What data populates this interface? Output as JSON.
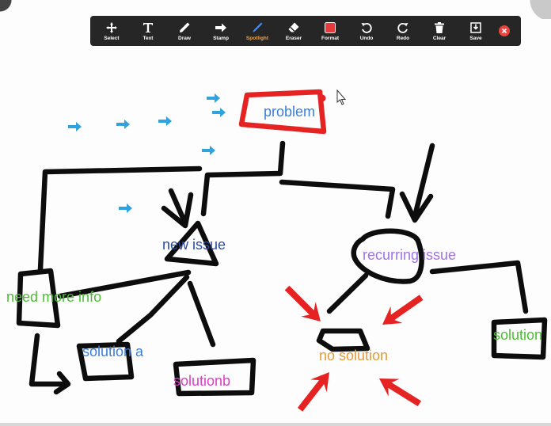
{
  "toolbar": {
    "tools": [
      {
        "id": "select",
        "label": "Select",
        "icon": "move-icon"
      },
      {
        "id": "text",
        "label": "Text",
        "icon": "text-icon"
      },
      {
        "id": "draw",
        "label": "Draw",
        "icon": "pen-icon"
      },
      {
        "id": "stamp",
        "label": "Stamp",
        "icon": "arrow-stamp-icon"
      },
      {
        "id": "spotlight",
        "label": "Spotlight",
        "icon": "spotlight-icon",
        "active": true
      },
      {
        "id": "eraser",
        "label": "Eraser",
        "icon": "eraser-icon"
      },
      {
        "id": "format",
        "label": "Format",
        "icon": "format-color-icon"
      },
      {
        "id": "undo",
        "label": "Undo",
        "icon": "undo-icon"
      },
      {
        "id": "redo",
        "label": "Redo",
        "icon": "redo-icon"
      },
      {
        "id": "clear",
        "label": "Clear",
        "icon": "trash-icon"
      },
      {
        "id": "save",
        "label": "Save",
        "icon": "save-icon"
      }
    ],
    "close_icon": "close-icon",
    "active_color": "#f1a340",
    "format_color": "#e63b3b"
  },
  "whiteboard": {
    "labels": {
      "problem": "problem",
      "new_issue": "new issue",
      "recurring_issue": "recurring issue",
      "need_more_info": "need more info",
      "solution_a": "solution a",
      "solutionb": "solutionb",
      "no_solution": "no solution",
      "solution_right": "solution"
    },
    "colors": {
      "ink": "#0d0d0d",
      "red": "#e52323",
      "stamp_blue": "#2ea3e0",
      "blue_text": "#3b7fd6",
      "dark_blue_text": "#2a4b9e",
      "purple_text": "#a073e0",
      "green_text": "#4cbd34",
      "pink_text": "#d940c4",
      "orange_text": "#e39a3a"
    }
  }
}
